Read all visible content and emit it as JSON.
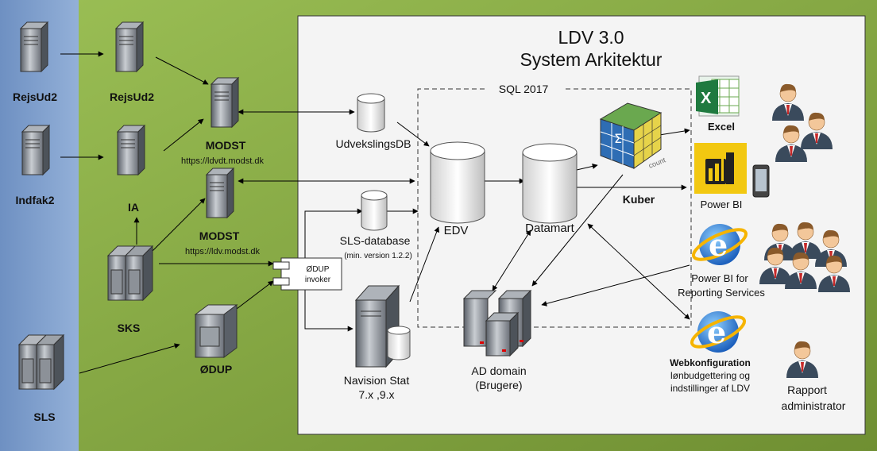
{
  "title": {
    "line1": "LDV 3.0",
    "line2": "System Arkitektur"
  },
  "sql_region": "SQL 2017",
  "sources": {
    "rejsud2": "RejsUd2",
    "indfak2": "Indfak2",
    "sls": "SLS"
  },
  "middle": {
    "rejsud2": "RejsUd2",
    "ia": "IA",
    "sks": "SKS",
    "odup": "ØDUP",
    "modst1": {
      "name": "MODST",
      "url": "https://ldvdt.modst.dk"
    },
    "modst2": {
      "name": "MODST",
      "url": "https://ldv.modst.dk"
    },
    "odup_invoker": {
      "line1": "ØDUP",
      "line2": "invoker"
    }
  },
  "databases": {
    "udveksling": "UdvekslingsDB",
    "sls_db": "SLS-database",
    "sls_db_note": "(min. version 1.2.2)",
    "edv": "EDV",
    "datamart": "Datamart",
    "cube_count": "count"
  },
  "systems": {
    "navision": {
      "line1": "Navision Stat",
      "line2": "7.x ,9.x"
    },
    "ad": {
      "line1": "AD domain",
      "line2": "(Brugere)"
    },
    "kuber": "Kuber"
  },
  "clients": {
    "excel": "Excel",
    "powerbi": "Power BI",
    "pbirs": {
      "line1": "Power BI for",
      "line2": "Reporting Services"
    },
    "webconf": {
      "line1": "Webkonfiguration",
      "line2": "lønbudgettering og",
      "line3": "indstillinger af LDV"
    },
    "rapport": {
      "line1": "Rapport",
      "line2": "administrator"
    }
  },
  "colors": {
    "left_panel": "#7f9fcc",
    "green_panel": "#7f9f3d",
    "main_panel": "#f2f2f2",
    "ie_blue": "#1e6fd0",
    "excel_green": "#1f7a3f",
    "powerbi_yellow": "#f2c811"
  }
}
